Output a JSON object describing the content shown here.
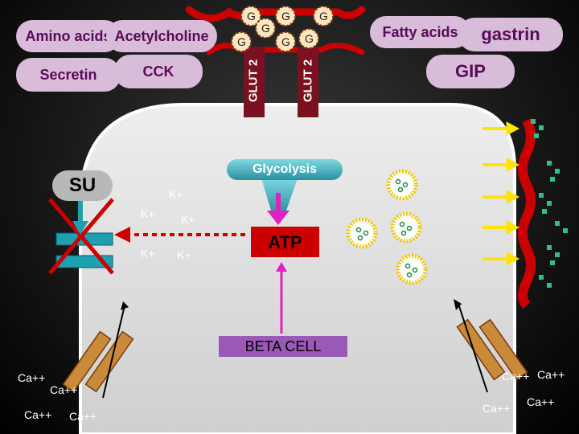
{
  "labels": {
    "amino_acids": "Amino acids",
    "acetylcholine": "Acetylcholine",
    "secretin": "Secretin",
    "cck": "CCK",
    "fatty_acids": "Fatty acids",
    "gastrin": "gastrin",
    "gip": "GIP",
    "glut2_left": "GLUT 2",
    "glut2_right": "GLUT 2",
    "glycolysis": "Glycolysis",
    "atp": "ATP",
    "beta_cell": "BETA CELL",
    "su": "SU"
  },
  "glucose": [
    "G",
    "G",
    "G",
    "G",
    "G",
    "G",
    "G"
  ],
  "potassium": [
    "K+",
    "K+",
    "K+",
    "K+",
    "K+"
  ],
  "calcium_left": [
    "Ca++",
    "Ca++",
    "Ca++",
    "Ca++"
  ],
  "calcium_right": [
    "Ca++",
    "Ca++",
    "Ca++",
    "Ca++"
  ],
  "colors": {
    "cell_fill": "#d9d9d9",
    "membrane": "#cc0000",
    "pill": "#d9bcd9",
    "glut": "#7a1020",
    "glycolysis": "#3fb0c0",
    "atp_box": "#cc0000",
    "beta_box": "#9b59b6",
    "channel": "#1fa0b0",
    "granule": "#f2c900",
    "arrow_yellow": "#ffe400",
    "arrow_magenta": "#e020c0"
  }
}
